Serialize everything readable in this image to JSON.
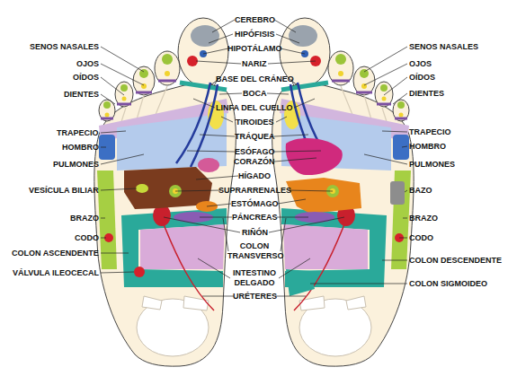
{
  "diagram": {
    "labels": [
      "CEREBRO",
      "HIPÓFISIS",
      "SENOS NASALES",
      "HIPOTÁLAMO",
      "SENOS NASALES",
      "OJOS",
      "NARIZ",
      "OJOS",
      "OÍDOS",
      "BASE DEL CRÁNEO",
      "OÍDOS",
      "BOCA",
      "DIENTES",
      "DIENTES",
      "LINFA DEL CUELLO",
      "TIROIDES",
      "TRAPECIO",
      "TRAPECIO",
      "TRÁQUEA",
      "HOMBRO",
      "HOMBRO",
      "ESÓFAGO",
      "CORAZÓN",
      "PULMONES",
      "PULMONES",
      "HÍGADO",
      "VESÍCULA BILIAR",
      "SUPRARRENALES",
      "BAZO",
      "ESTÓMAGO",
      "PÁNCREAS",
      "BRAZO",
      "BRAZO",
      "RIÑÓN",
      "CODO",
      "CODO",
      "COLON TRANSVERSO",
      "COLON ASCENDENTE",
      "COLON DESCENDENTE",
      "INTESTINO DELGADO",
      "VÁLVULA ILEOCECAL",
      "COLON SIGMOIDEO",
      "URÉTERES"
    ]
  }
}
